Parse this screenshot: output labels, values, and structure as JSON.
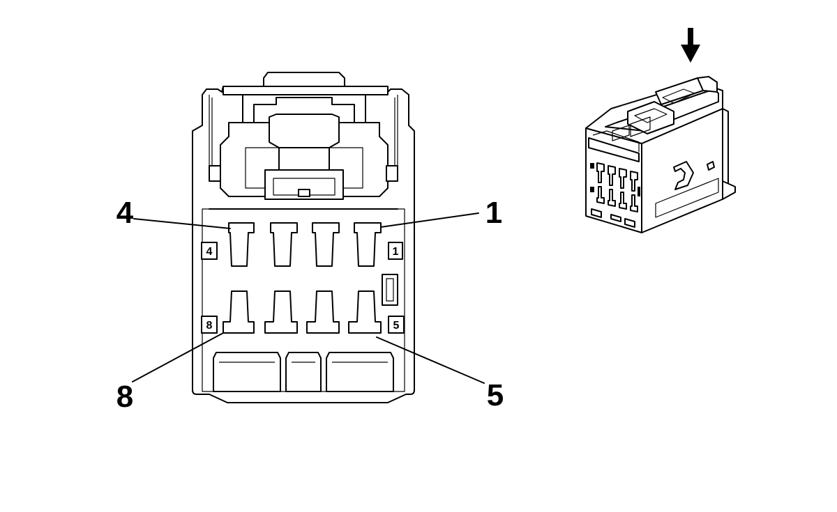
{
  "connector_face": {
    "callouts": {
      "top_left": "4",
      "top_right": "1",
      "bottom_left": "8",
      "bottom_right": "5"
    },
    "pin_labels": {
      "top_left": "4",
      "top_right": "1",
      "bottom_left": "8",
      "bottom_right": "5"
    },
    "pins_per_row": 4,
    "rows": 2
  },
  "connector_iso": {
    "arrow": "down-arrow-icon"
  },
  "colors": {
    "line": "#000000",
    "background": "#ffffff",
    "shade": "#d9d9d9"
  }
}
